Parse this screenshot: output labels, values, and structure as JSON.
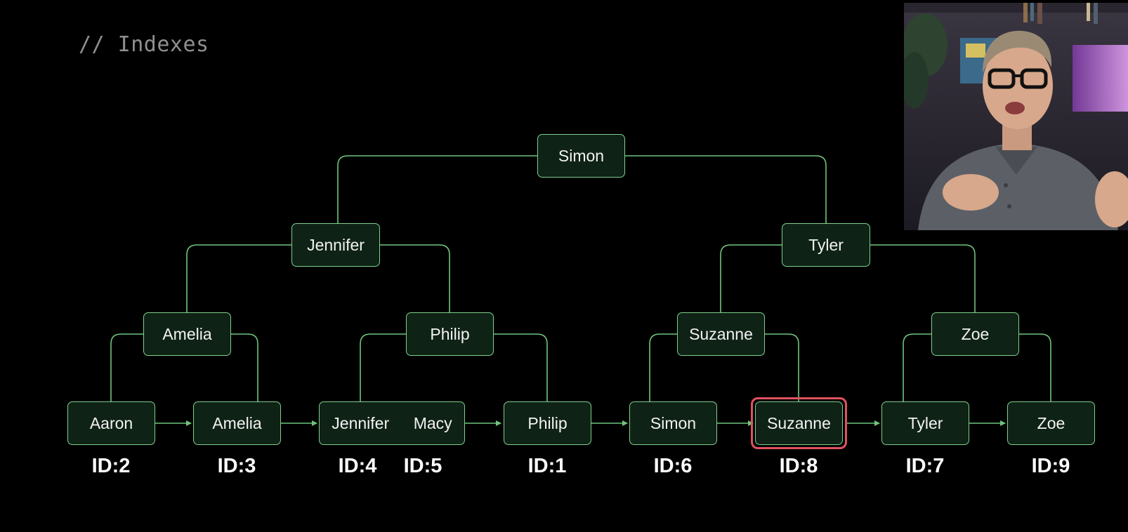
{
  "heading": "// Indexes",
  "tree": {
    "root": "Simon",
    "level1": [
      "Jennifer",
      "Tyler"
    ],
    "level2": [
      "Amelia",
      "Philip",
      "Suzanne",
      "Zoe"
    ]
  },
  "leaves": [
    {
      "label": "Aaron",
      "id": "ID:2"
    },
    {
      "label": "Amelia",
      "id": "ID:3"
    },
    {
      "labels": [
        "Jennifer",
        "Macy"
      ],
      "ids": [
        "ID:4",
        "ID:5"
      ]
    },
    {
      "label": "Philip",
      "id": "ID:1"
    },
    {
      "label": "Simon",
      "id": "ID:6"
    },
    {
      "label": "Suzanne",
      "id": "ID:8"
    },
    {
      "label": "Tyler",
      "id": "ID:7"
    },
    {
      "label": "Zoe",
      "id": "ID:9"
    }
  ],
  "highlighted_leaf": "Suzanne",
  "colors": {
    "background": "#000000",
    "node_fill": "#0f2216",
    "node_border": "#7fd08a",
    "connector": "#6fc57d",
    "highlight": "#e0525f"
  },
  "webcam": "presenter-webcam-video"
}
